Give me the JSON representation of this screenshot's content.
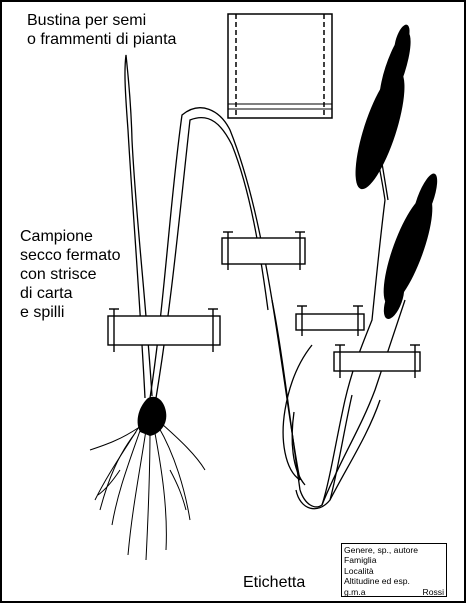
{
  "labels": {
    "bustina": "Bustina per semi\no frammenti di pianta",
    "campione": "Campione\nsecco fermato\ncon strisce\ndi carta\ne spilli",
    "etichetta": "Etichetta"
  },
  "etichetta_card": {
    "lines": [
      "Genere, sp., autore",
      "Famiglia",
      "Località",
      "Altitudine ed esp."
    ],
    "collector_left": "g.m.a",
    "collector_right": "Rossi"
  }
}
